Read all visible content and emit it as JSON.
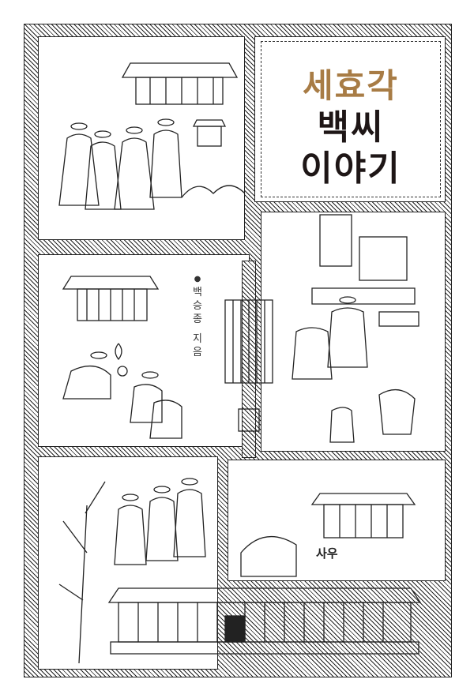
{
  "cover": {
    "series_title": "세효각",
    "title_line1": "백씨",
    "title_line2": "이야기",
    "author_chars": [
      "백",
      "승",
      "종",
      " ",
      "지",
      "음"
    ],
    "publisher": "사우"
  },
  "colors": {
    "accent": "#a87c45",
    "ink": "#1e1616"
  }
}
